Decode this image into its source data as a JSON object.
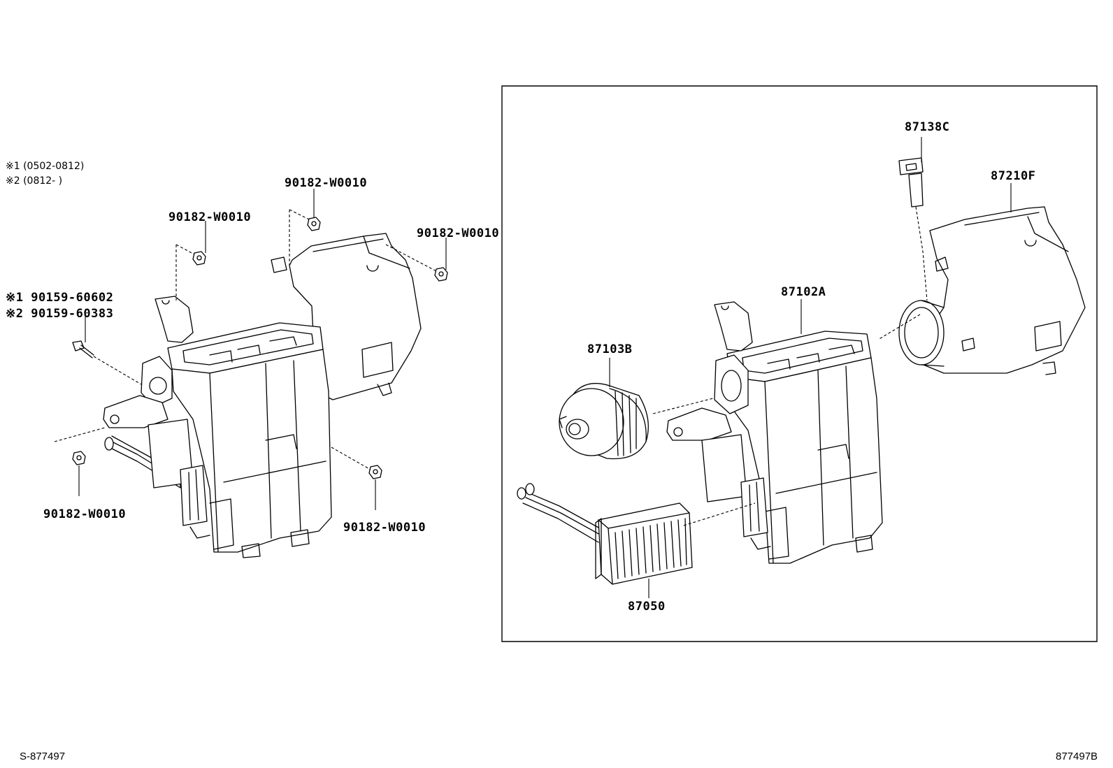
{
  "notes": {
    "note1": "※1 (0502-0812)",
    "note2": "※2 (0812-     )"
  },
  "left_assembly": {
    "nut_top_center": "90182-W0010",
    "nut_top_left": "90182-W0010",
    "nut_top_right": "90182-W0010",
    "screw_label_1": "※1 90159-60602",
    "screw_label_2": "※2 90159-60383",
    "nut_bottom_left": "90182-W0010",
    "nut_bottom_right": "90182-W0010"
  },
  "exploded_view": {
    "resistor": "87138C",
    "blower_housing": "87210F",
    "heater_unit": "87102A",
    "blower_motor": "87103B",
    "heater_core": "87050"
  },
  "footer": {
    "left_code": "S-877497",
    "right_code": "877497B"
  }
}
